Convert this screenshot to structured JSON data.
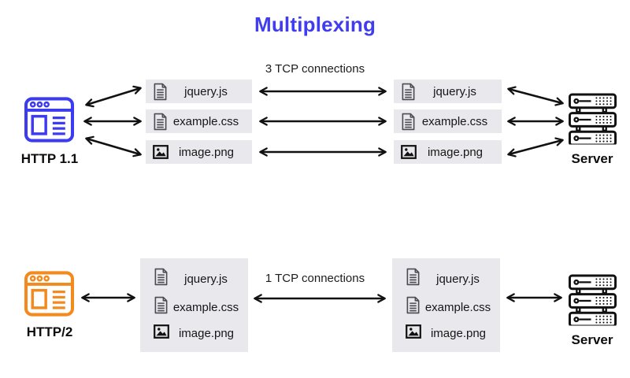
{
  "title": "Multiplexing",
  "colors": {
    "title": "#403df0",
    "http11_client": "#3d3bf0",
    "http2_client": "#f28a1d",
    "file_box_bg": "#e9e8ed",
    "arrow": "#111111"
  },
  "http11": {
    "client_label": "HTTP 1.1",
    "server_label": "Server",
    "connection_label": "3 TCP connections",
    "files": [
      {
        "name": "jquery.js",
        "icon": "document-icon"
      },
      {
        "name": "example.css",
        "icon": "document-icon"
      },
      {
        "name": "image.png",
        "icon": "image-icon"
      }
    ]
  },
  "http2": {
    "client_label": "HTTP/2",
    "server_label": "Server",
    "connection_label": "1 TCP connections",
    "files": [
      {
        "name": "jquery.js",
        "icon": "document-icon"
      },
      {
        "name": "example.css",
        "icon": "document-icon"
      },
      {
        "name": "image.png",
        "icon": "image-icon"
      }
    ]
  }
}
